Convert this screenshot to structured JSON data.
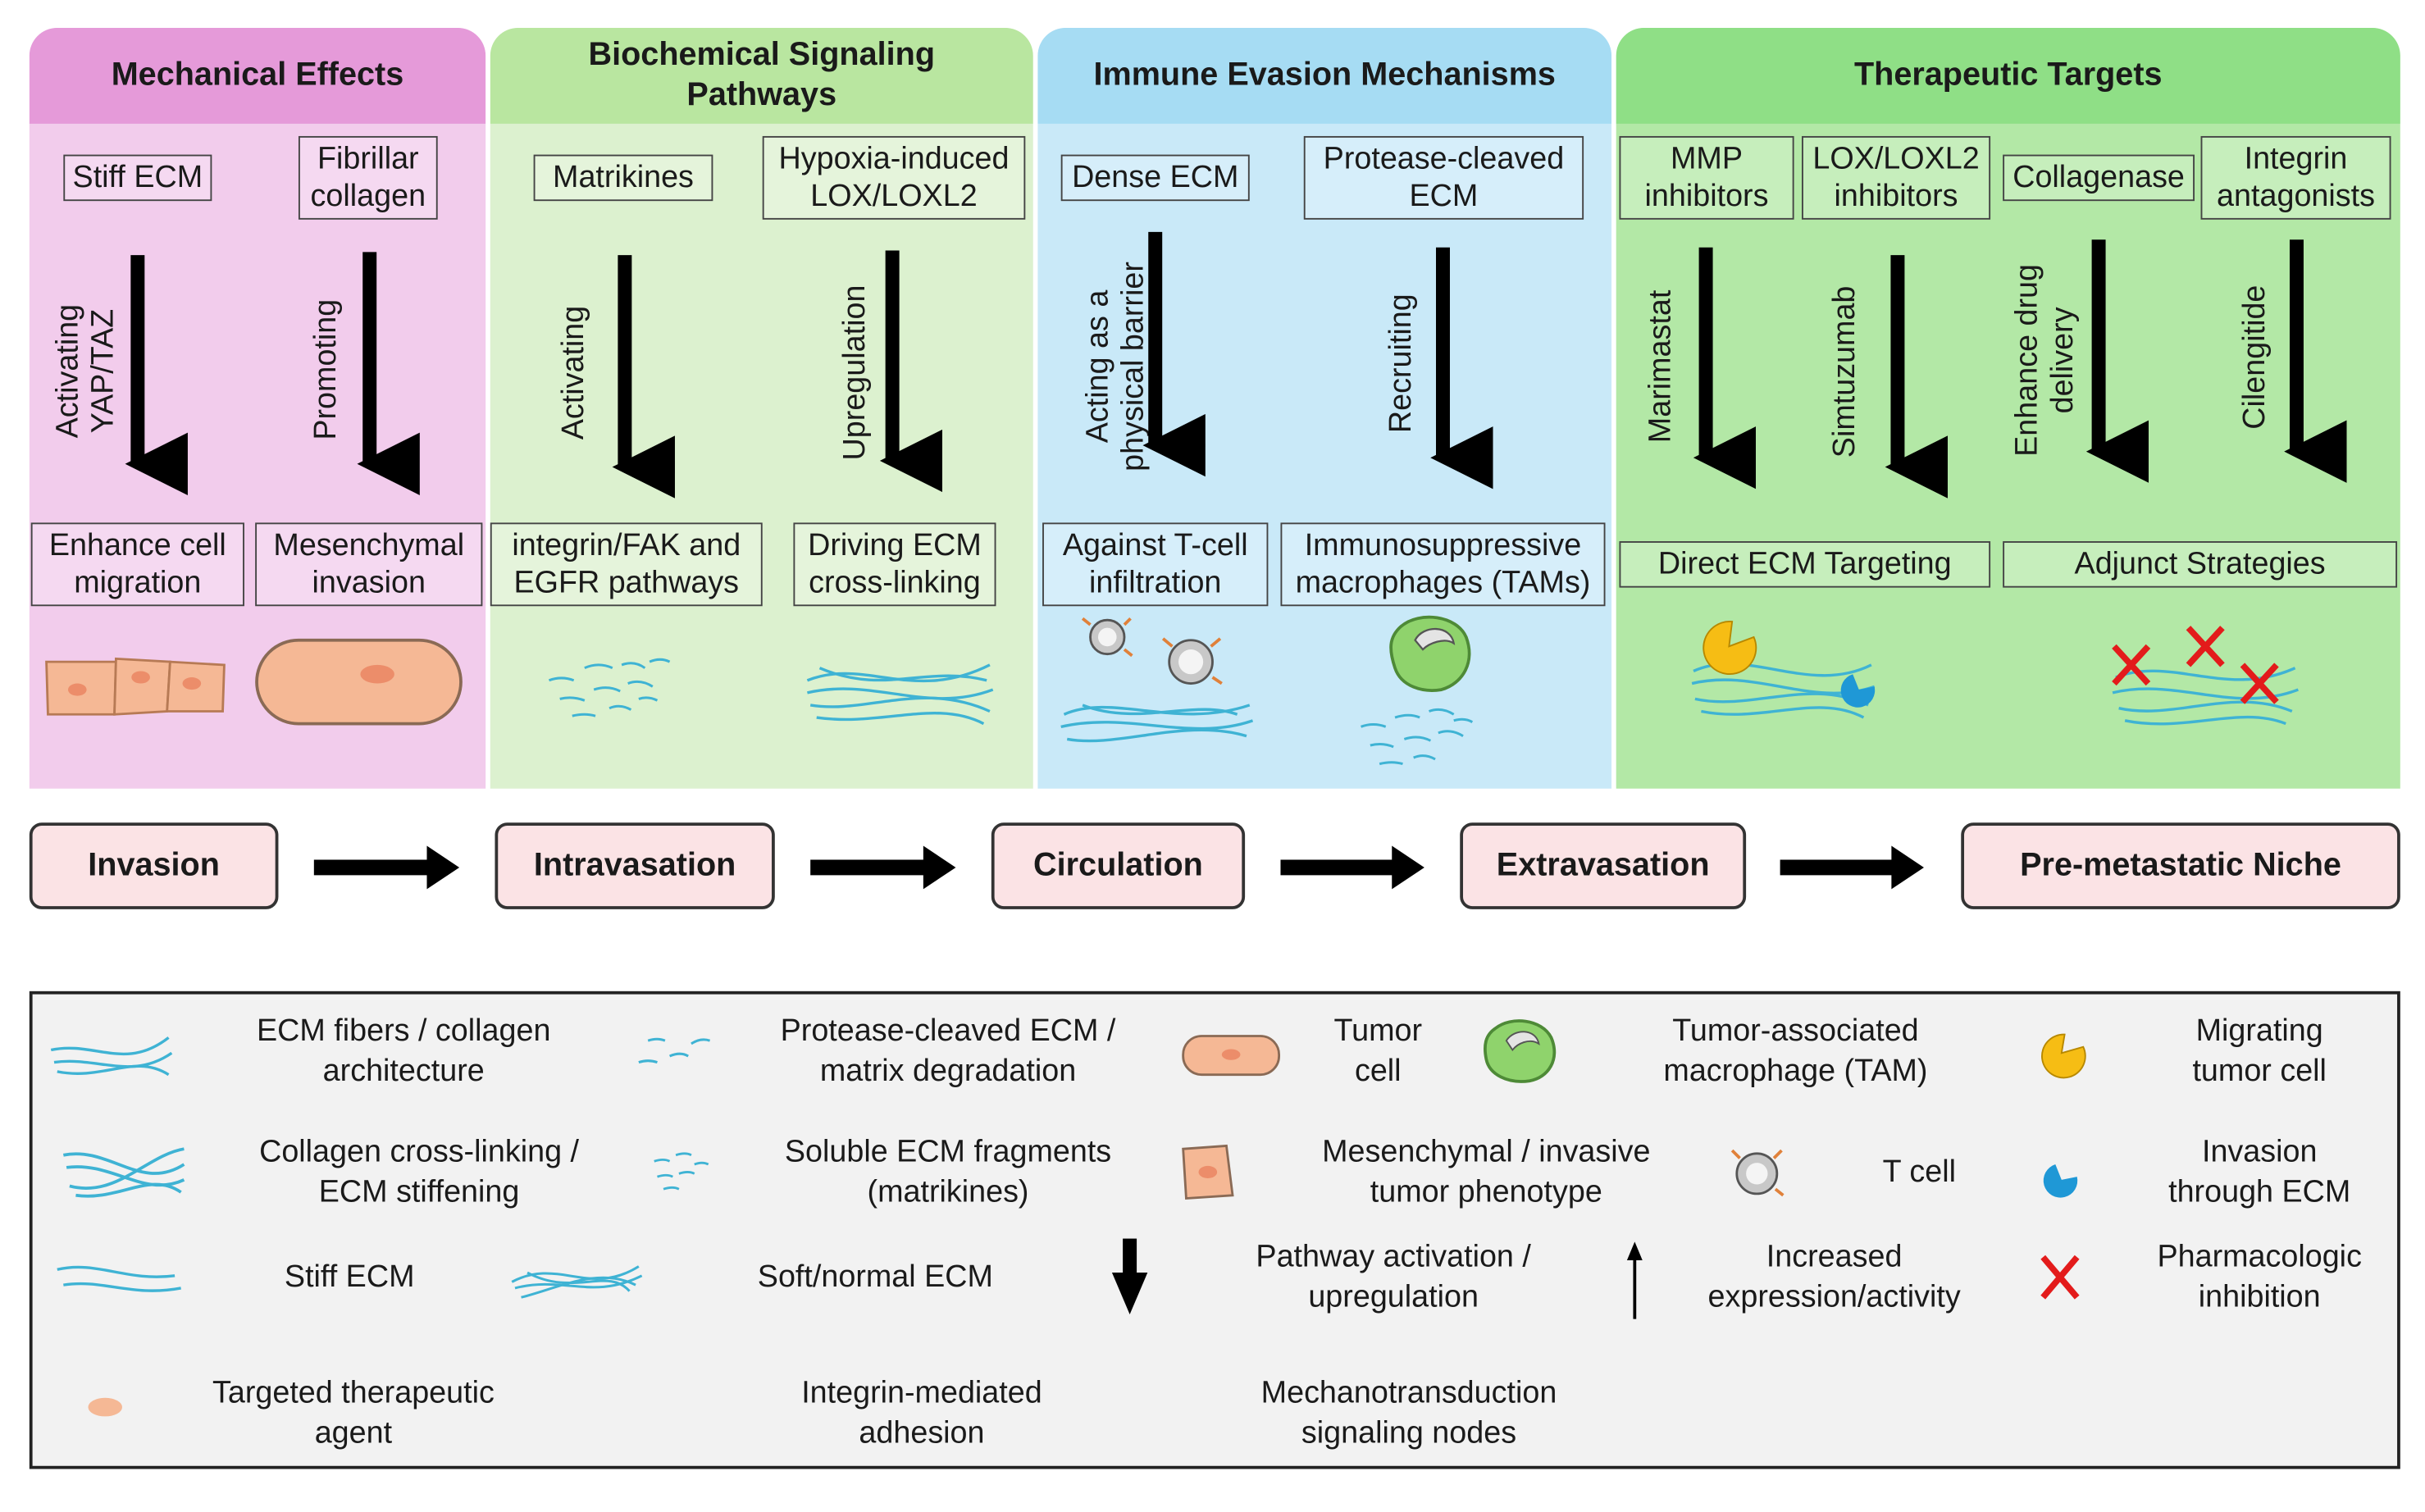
{
  "panels": [
    {
      "title": "Mechanical Effects",
      "head_color": "#e59ad9",
      "body_color": "#f2ccec",
      "boxes_top": [
        "Stiff ECM",
        "Fibrillar\ncollagen"
      ],
      "arrows": [
        "Activating\nYAP/TAZ",
        "Promoting"
      ],
      "boxes_bottom": [
        "Enhance cell\nmigration",
        "Mesenchymal\ninvasion"
      ]
    },
    {
      "title": "Biochemical Signaling\nPathways",
      "head_color": "#b9e6a0",
      "body_color": "#dcf1cf",
      "boxes_top": [
        "Matrikines",
        "Hypoxia-induced\nLOX/LOXL2"
      ],
      "arrows": [
        "Activating",
        "Upregulation"
      ],
      "boxes_bottom": [
        "integrin/FAK and\nEGFR pathways",
        "Driving ECM\ncross-linking"
      ]
    },
    {
      "title": "Immune Evasion Mechanisms",
      "head_color": "#a6dcf3",
      "body_color": "#c9e9f8",
      "boxes_top": [
        "Dense ECM",
        "Protease-cleaved\nECM"
      ],
      "arrows": [
        "Acting as a\nphysical barrier",
        "Recruiting"
      ],
      "boxes_bottom": [
        "Against T-cell\ninfiltration",
        "Immunosuppressive\nmacrophages (TAMs)"
      ]
    },
    {
      "title": "Therapeutic Targets",
      "head_color": "#8fdf86",
      "body_color": "#b3e8a6",
      "boxes_top": [
        "MMP\ninhibitors",
        "LOX/LOXL2\ninhibitors",
        "Collagenase",
        "Integrin\nantagonists"
      ],
      "arrows": [
        "Marimastat",
        "Simtuzumab",
        "Enhance drug\ndelivery",
        "Cilengitide"
      ],
      "boxes_bottom": [
        "Direct ECM Targeting",
        "Adjunct Strategies"
      ]
    }
  ],
  "stages": [
    "Invasion",
    "Intravasation",
    "Circulation",
    "Extravasation",
    "Pre-metastatic Niche"
  ],
  "legend": {
    "ecm_fibers": "ECM fibers / collagen\narchitecture",
    "protease_cleaved": "Protease-cleaved ECM /\nmatrix degradation",
    "tumor_cell": "Tumor\ncell",
    "tam": "Tumor-associated\nmacrophage (TAM)",
    "migrating": "Migrating\ntumor cell",
    "crosslinking": "Collagen cross-linking /\nECM stiffening",
    "soluble_fragments": "Soluble ECM fragments\n(matrikines)",
    "mesenchymal": "Mesenchymal / invasive\ntumor phenotype",
    "t_cell": "T cell",
    "invasion_through": "Invasion\nthrough ECM",
    "stiff_ecm": "Stiff ECM",
    "soft_ecm": "Soft/normal ECM",
    "pathway_activation": "Pathway activation /\nupregulation",
    "increased_expression": "Increased\nexpression/activity",
    "pharma_inhibition": "Pharmacologic\ninhibition",
    "targeted_agent": "Targeted therapeutic\nagent",
    "integrin_adhesion": "Integrin-mediated\nadhesion",
    "mechanotransduction": "Mechanotransduction\nsignaling nodes"
  },
  "colors": {
    "ecm_fiber": "#3fb3d4",
    "tumor_cell": "#f5b895",
    "tam": "#8fd36c",
    "migrating": "#f6bd14",
    "invasion": "#1f98d6",
    "inhibition": "#e31b1b",
    "stage_fill": "#fbe3e5"
  }
}
